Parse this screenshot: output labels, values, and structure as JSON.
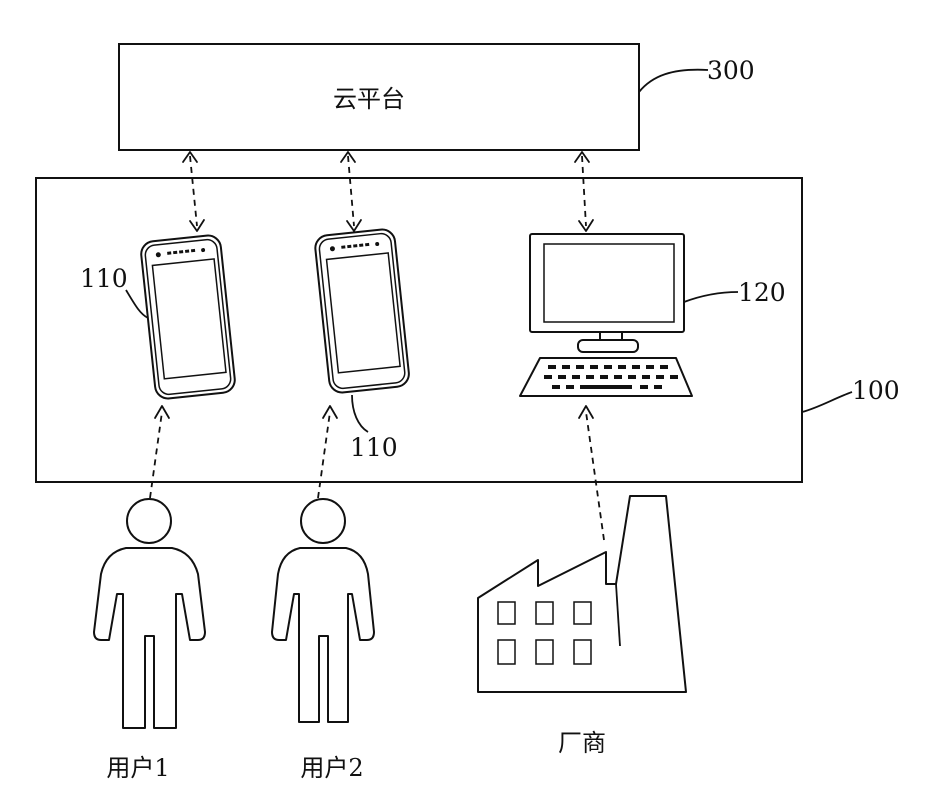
{
  "cloud_platform": {
    "label": "云平台",
    "ref": "300"
  },
  "system": {
    "ref": "100"
  },
  "phone_left": {
    "ref": "110"
  },
  "phone_right": {
    "ref": "110"
  },
  "computer": {
    "ref": "120"
  },
  "user1": {
    "label": "用户1"
  },
  "user2": {
    "label": "用户2"
  },
  "manufacturer": {
    "label": "厂商"
  }
}
